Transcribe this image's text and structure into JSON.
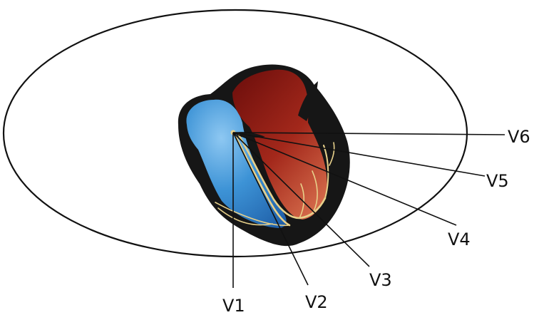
{
  "leads": [
    {
      "id": "V1",
      "label": "V1"
    },
    {
      "id": "V2",
      "label": "V2"
    },
    {
      "id": "V3",
      "label": "V3"
    },
    {
      "id": "V4",
      "label": "V4"
    },
    {
      "id": "V5",
      "label": "V5"
    },
    {
      "id": "V6",
      "label": "V6"
    }
  ],
  "colors": {
    "right_heart": "#2f86cc",
    "left_heart": "#8f1c14",
    "outline": "#161616",
    "conduction": "#e7d08a",
    "lines": "#111111",
    "background": "#ffffff"
  },
  "icons": {
    "heart": "heart-cross-section-icon",
    "thorax": "chest-cross-section-outline"
  }
}
